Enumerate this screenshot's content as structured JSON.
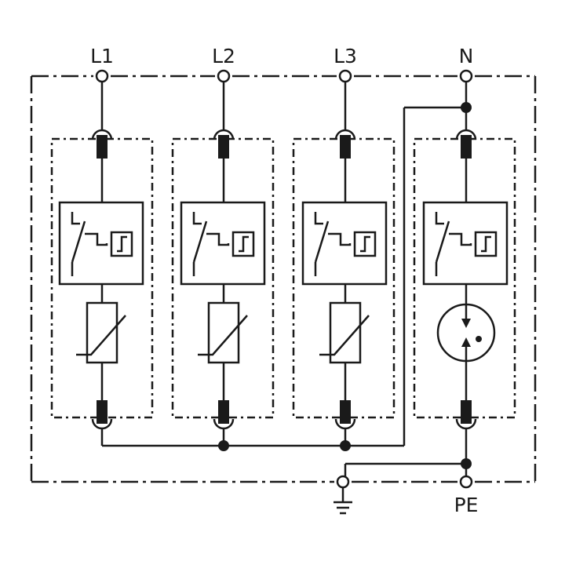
{
  "diagram": {
    "terminals_top": [
      "L1",
      "L2",
      "L3",
      "N"
    ],
    "terminals_bottom": {
      "pe": "PE",
      "earth_icon": "ground-icon"
    },
    "modules": [
      {
        "id": "L1",
        "type": "varistor"
      },
      {
        "id": "L2",
        "type": "varistor"
      },
      {
        "id": "L3",
        "type": "varistor"
      },
      {
        "id": "N",
        "type": "spark-gap"
      }
    ]
  }
}
